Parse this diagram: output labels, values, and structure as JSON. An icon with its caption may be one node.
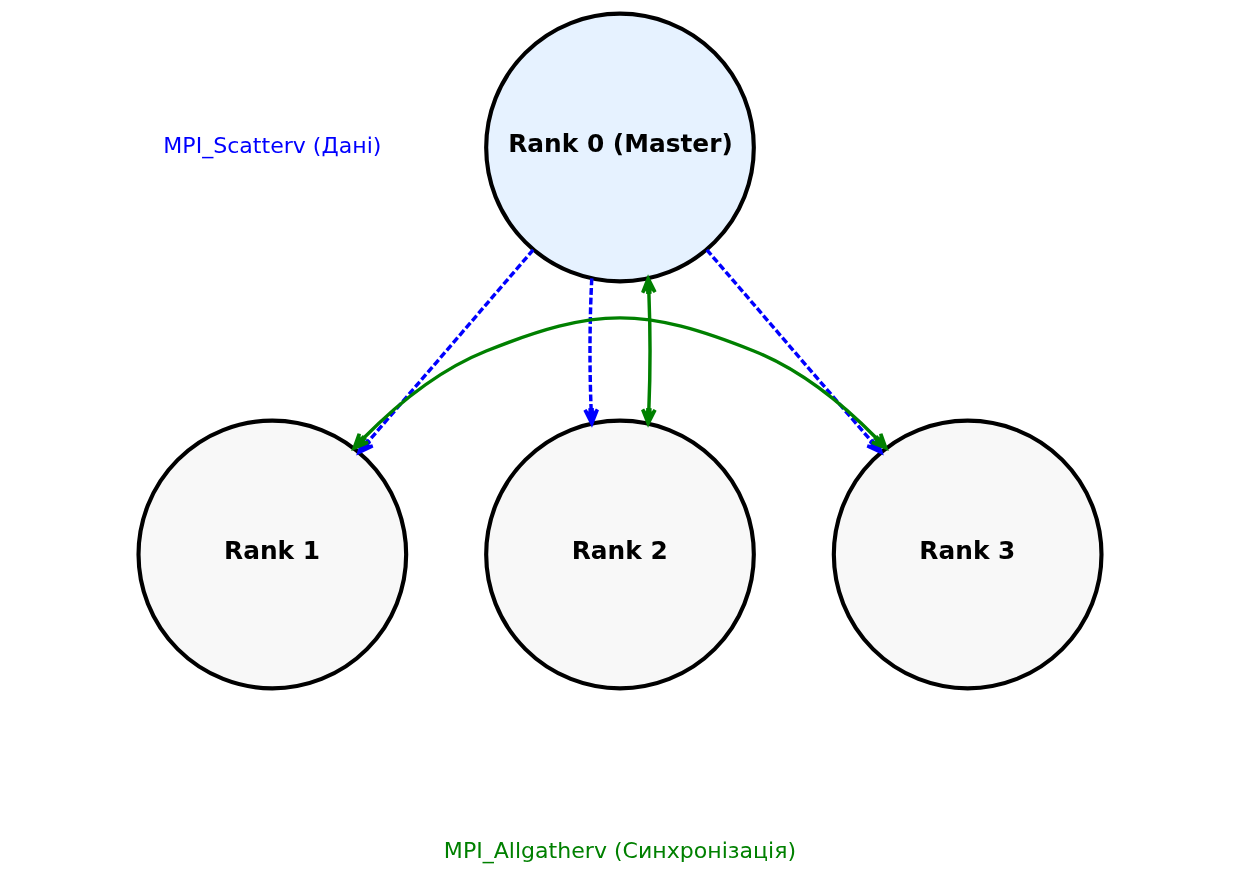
{
  "diagram": {
    "nodes": [
      {
        "text": [
          "Rank 0 (Master)"
        ]
      },
      {
        "text": [
          "Rank 1"
        ]
      },
      {
        "text": [
          "Rank 2"
        ]
      },
      {
        "text": [
          "Rank 3"
        ]
      }
    ],
    "edges": [
      {
        "from": 0,
        "to": 1,
        "arrow": "to",
        "style": "dashed",
        "color": "#0000ff"
      },
      {
        "from": 0,
        "to": 2,
        "arrow": "to",
        "style": "dashed",
        "color": "#0000ff"
      },
      {
        "from": 0,
        "to": 3,
        "arrow": "to",
        "style": "dashed",
        "color": "#0000ff"
      },
      {
        "from": 1,
        "to": 3,
        "arrow": "both",
        "color": "#008000"
      },
      {
        "from": 2,
        "to": 0,
        "arrow": "both",
        "color": "#008000"
      }
    ],
    "labels": [
      "MPI_Scatterv (Дані)",
      "MPI_Allgatherv (Синхронізація)"
    ]
  }
}
